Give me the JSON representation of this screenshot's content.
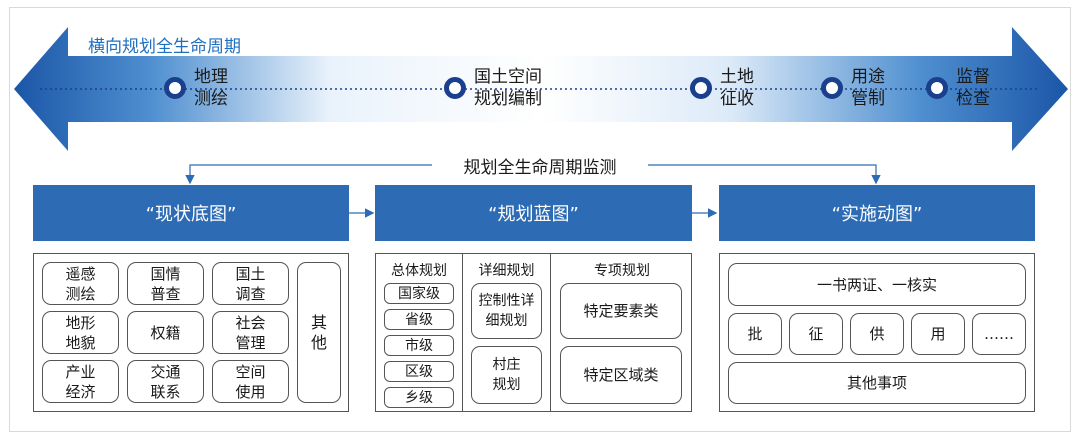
{
  "lifecycle": {
    "title": "横向规划全生命周期",
    "stages": [
      {
        "line1": "地理",
        "line2": "测绘"
      },
      {
        "line1": "国土空间",
        "line2": "规划编制"
      },
      {
        "line1": "土地",
        "line2": "征收"
      },
      {
        "line1": "用途",
        "line2": "管制"
      },
      {
        "line1": "监督",
        "line2": "检查"
      }
    ],
    "colors": {
      "dark": "#1b56a7",
      "light": "#ffffff",
      "ring": "#1a3f8c"
    }
  },
  "monitor_label": "规划全生命周期监测",
  "maps": [
    {
      "title": "“现状底图”"
    },
    {
      "title": "“规划蓝图”"
    },
    {
      "title": "“实施动图”"
    }
  ],
  "status_map": {
    "items": [
      "遥感\n测绘",
      "国情\n普查",
      "国土\n调查",
      "地形\n地貌",
      "权籍",
      "社会\n管理",
      "产业\n经济",
      "交通\n联系",
      "空间\n使用"
    ],
    "other": "其\n他"
  },
  "blueprint": {
    "master": {
      "header": "总体规划",
      "levels": [
        "国家级",
        "省级",
        "市级",
        "区级",
        "乡级"
      ]
    },
    "detail": {
      "header": "详细规划",
      "items": [
        "控制性详\n细规划",
        "村庄\n规划"
      ]
    },
    "special": {
      "header": "专项规划",
      "items": [
        "特定要素类",
        "特定区域类"
      ]
    }
  },
  "implementation": {
    "top": "一书两证、一核实",
    "actions": [
      "批",
      "征",
      "供",
      "用",
      "……"
    ],
    "bottom": "其他事项"
  },
  "colors": {
    "box_blue": "#2d6cb5",
    "connector": "#2d6cb5"
  }
}
